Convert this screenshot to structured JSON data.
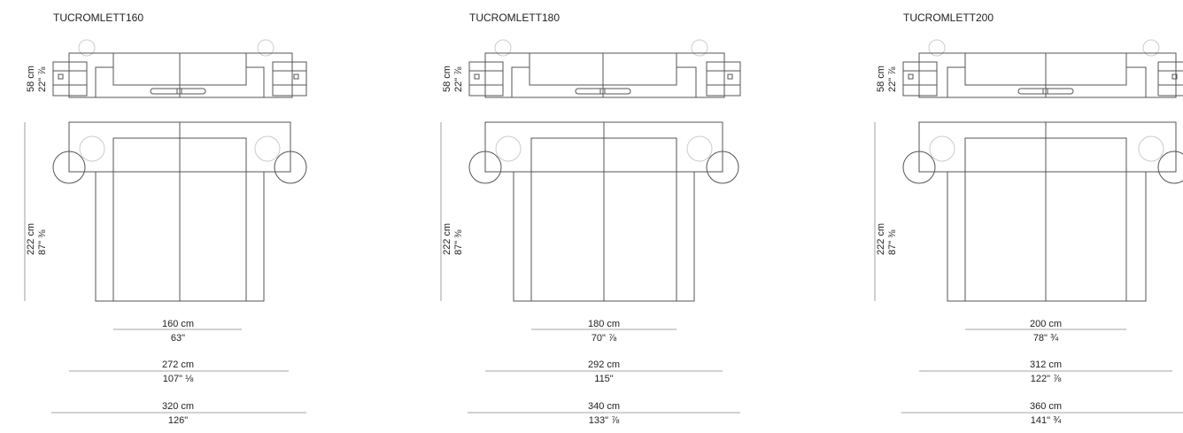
{
  "models": [
    {
      "title": "TUCROMLETT160",
      "height_label": {
        "cm": "58 cm",
        "in": "22\" ⅞"
      },
      "length_label": {
        "cm": "222 cm",
        "in": "87\" ⅜"
      },
      "dims": [
        {
          "cm": "160 cm",
          "in": "63\""
        },
        {
          "cm": "272 cm",
          "in": "107\" ⅛"
        },
        {
          "cm": "320 cm",
          "in": "126\""
        }
      ]
    },
    {
      "title": "TUCROMLETT180",
      "height_label": {
        "cm": "58 cm",
        "in": "22\" ⅞"
      },
      "length_label": {
        "cm": "222 cm",
        "in": "87\" ⅜"
      },
      "dims": [
        {
          "cm": "180 cm",
          "in": "70\" ⅞"
        },
        {
          "cm": "292 cm",
          "in": "115\""
        },
        {
          "cm": "340 cm",
          "in": "133\" ⅞"
        }
      ]
    },
    {
      "title": "TUCROMLETT200",
      "height_label": {
        "cm": "58 cm",
        "in": "22\" ⅞"
      },
      "length_label": {
        "cm": "222 cm",
        "in": "87\" ⅜"
      },
      "dims": [
        {
          "cm": "200 cm",
          "in": "78\" ¾"
        },
        {
          "cm": "312 cm",
          "in": "122\" ⅞"
        },
        {
          "cm": "360 cm",
          "in": "141\" ¾"
        }
      ]
    }
  ]
}
